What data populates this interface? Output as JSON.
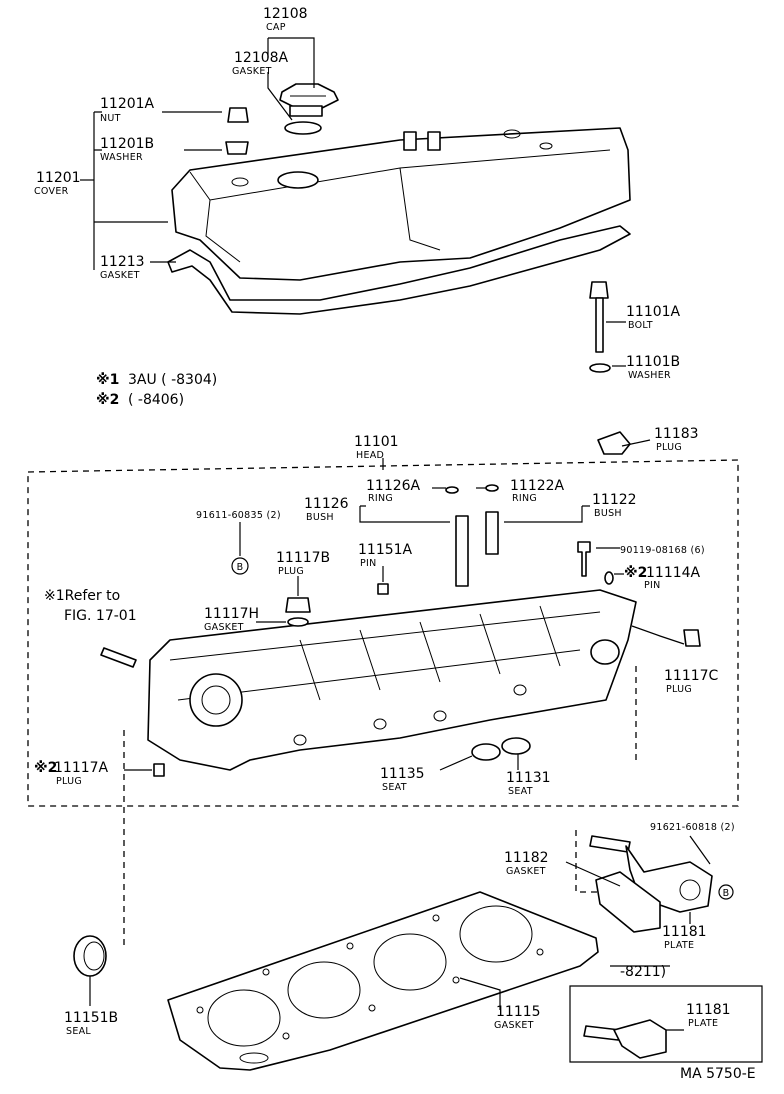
{
  "callouts": {
    "cap_no": "12108",
    "cap_nm": "CAP",
    "cap_gasket_no": "12108A",
    "cap_gasket_nm": "GASKET",
    "nut_no": "11201A",
    "nut_nm": "NUT",
    "washer_no": "11201B",
    "washer_nm": "WASHER",
    "cover_no": "11201",
    "cover_nm": "COVER",
    "cover_gasket_no": "11213",
    "cover_gasket_nm": "GASKET",
    "bolt_no": "11101A",
    "bolt_nm": "BOLT",
    "bolt_washer_no": "11101B",
    "bolt_washer_nm": "WASHER",
    "head_no": "11101",
    "head_nm": "HEAD",
    "plug_11183_no": "11183",
    "plug_11183_nm": "PLUG",
    "ring_a_no": "11126A",
    "ring_a_nm": "RING",
    "ring_b_no": "11122A",
    "ring_b_nm": "RING",
    "bush_a_no": "11126",
    "bush_a_nm": "BUSH",
    "bush_b_no": "11122",
    "bush_b_nm": "BUSH",
    "stud_no": "91611-60835 (2)",
    "plug_11117b_no": "11117B",
    "plug_11117b_nm": "PLUG",
    "pin_11151a_no": "11151A",
    "pin_11151a_nm": "PIN",
    "bolt_90119_no": "90119-08168 (6)",
    "pin_11114a_no": "11114A",
    "pin_11114a_nm": "PIN",
    "gasket_11117h_no": "11117H",
    "gasket_11117h_nm": "GASKET",
    "plug_11117c_no": "11117C",
    "plug_11117c_nm": "PLUG",
    "plug_11117a_no": "11117A",
    "plug_11117a_nm": "PLUG",
    "seat_11135_no": "11135",
    "seat_11135_nm": "SEAT",
    "seat_11131_no": "11131",
    "seat_11131_nm": "SEAT",
    "bolt_91621_no": "91621-60818 (2)",
    "gasket_11182_no": "11182",
    "gasket_11182_nm": "GASKET",
    "plate_11181_no": "11181",
    "plate_11181_nm": "PLATE",
    "plate_11181b_no": "11181",
    "plate_11181b_nm": "PLATE",
    "seal_11151b_no": "11151B",
    "seal_11151b_nm": "SEAL",
    "head_gasket_no": "11115",
    "head_gasket_nm": "GASKET"
  },
  "notes": {
    "n1_mark": "※1",
    "n1_text": "3AU (      -8304)",
    "n2_mark": "※2",
    "n2_text": "(      -8406)",
    "refer_line1": "※1Refer to",
    "refer_line2": "FIG. 17-01",
    "star2_a": "※2",
    "star2_b": "※2",
    "inset_range": "-8211)",
    "fig_code": "MA 5750-E",
    "circle_b": "B"
  }
}
